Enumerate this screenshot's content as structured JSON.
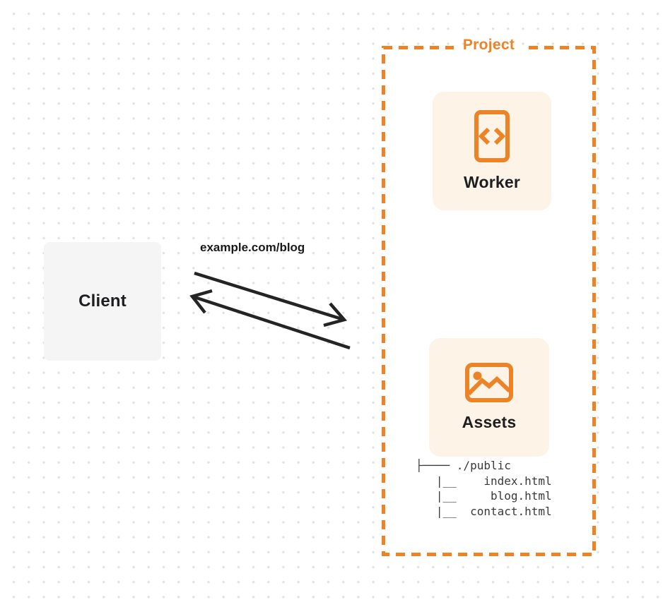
{
  "client": {
    "label": "Client"
  },
  "request": {
    "url": "example.com/blog"
  },
  "project": {
    "label": "Project",
    "accent_color": "#ed8327",
    "node_fill_color": "#fdf3e7",
    "nodes": [
      {
        "id": "worker",
        "label": "Worker",
        "icon": "code-document-icon"
      },
      {
        "id": "assets",
        "label": "Assets",
        "icon": "image-icon"
      }
    ],
    "file_tree": {
      "lines": [
        "├──── ./public",
        "   |__    index.html",
        "   |__     blog.html",
        "   |__  contact.html"
      ]
    }
  },
  "colors": {
    "arrow": "#242424",
    "dot_grid": "#e2e2e5",
    "client_fill": "#f5f5f6",
    "text_dark": "#1e1e20"
  }
}
